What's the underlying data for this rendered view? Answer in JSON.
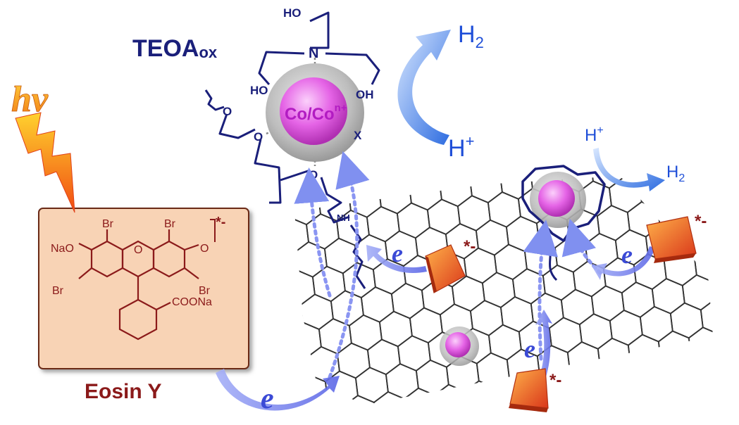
{
  "labels": {
    "hv": "hv",
    "teoa": "TEOA",
    "teoa_sub": "ox",
    "h2_top": "H",
    "h2_top_sub": "2",
    "hplus_top": "H",
    "hplus_top_sup": "+",
    "hplus_right": "H",
    "hplus_right_sup": "+",
    "h2_right": "H",
    "h2_right_sub": "2",
    "cobalt": "Co/Co",
    "cobalt_sup": "n+",
    "eosin_name": "Eosin Y",
    "electron": "e",
    "radical_mark": "*-"
  },
  "molecule": {
    "ho_top": "HO",
    "n_atom": "N",
    "ho_left": "HO",
    "oh_right": "OH",
    "o_chain": "O",
    "o_left": "O",
    "x_ligand": "X",
    "o_bottom": "O",
    "nh": "NH"
  },
  "eosin": {
    "br_top_left": "Br",
    "br_top_right": "Br",
    "br_bottom_left": "Br",
    "br_bottom_right": "Br",
    "nao": "NaO",
    "ring_o": "O",
    "keto_o": "O",
    "coona": "COONa",
    "charge": "*-"
  },
  "colors": {
    "navy": "#1a1f7a",
    "dark_red": "#8b1a1a",
    "eosin_box": "#f8d3b5",
    "sphere_pink": "#e05ae0",
    "arrow_blue": "#7f8cf2",
    "label_blue": "#1e4ed8",
    "flake": "#e2561e"
  }
}
